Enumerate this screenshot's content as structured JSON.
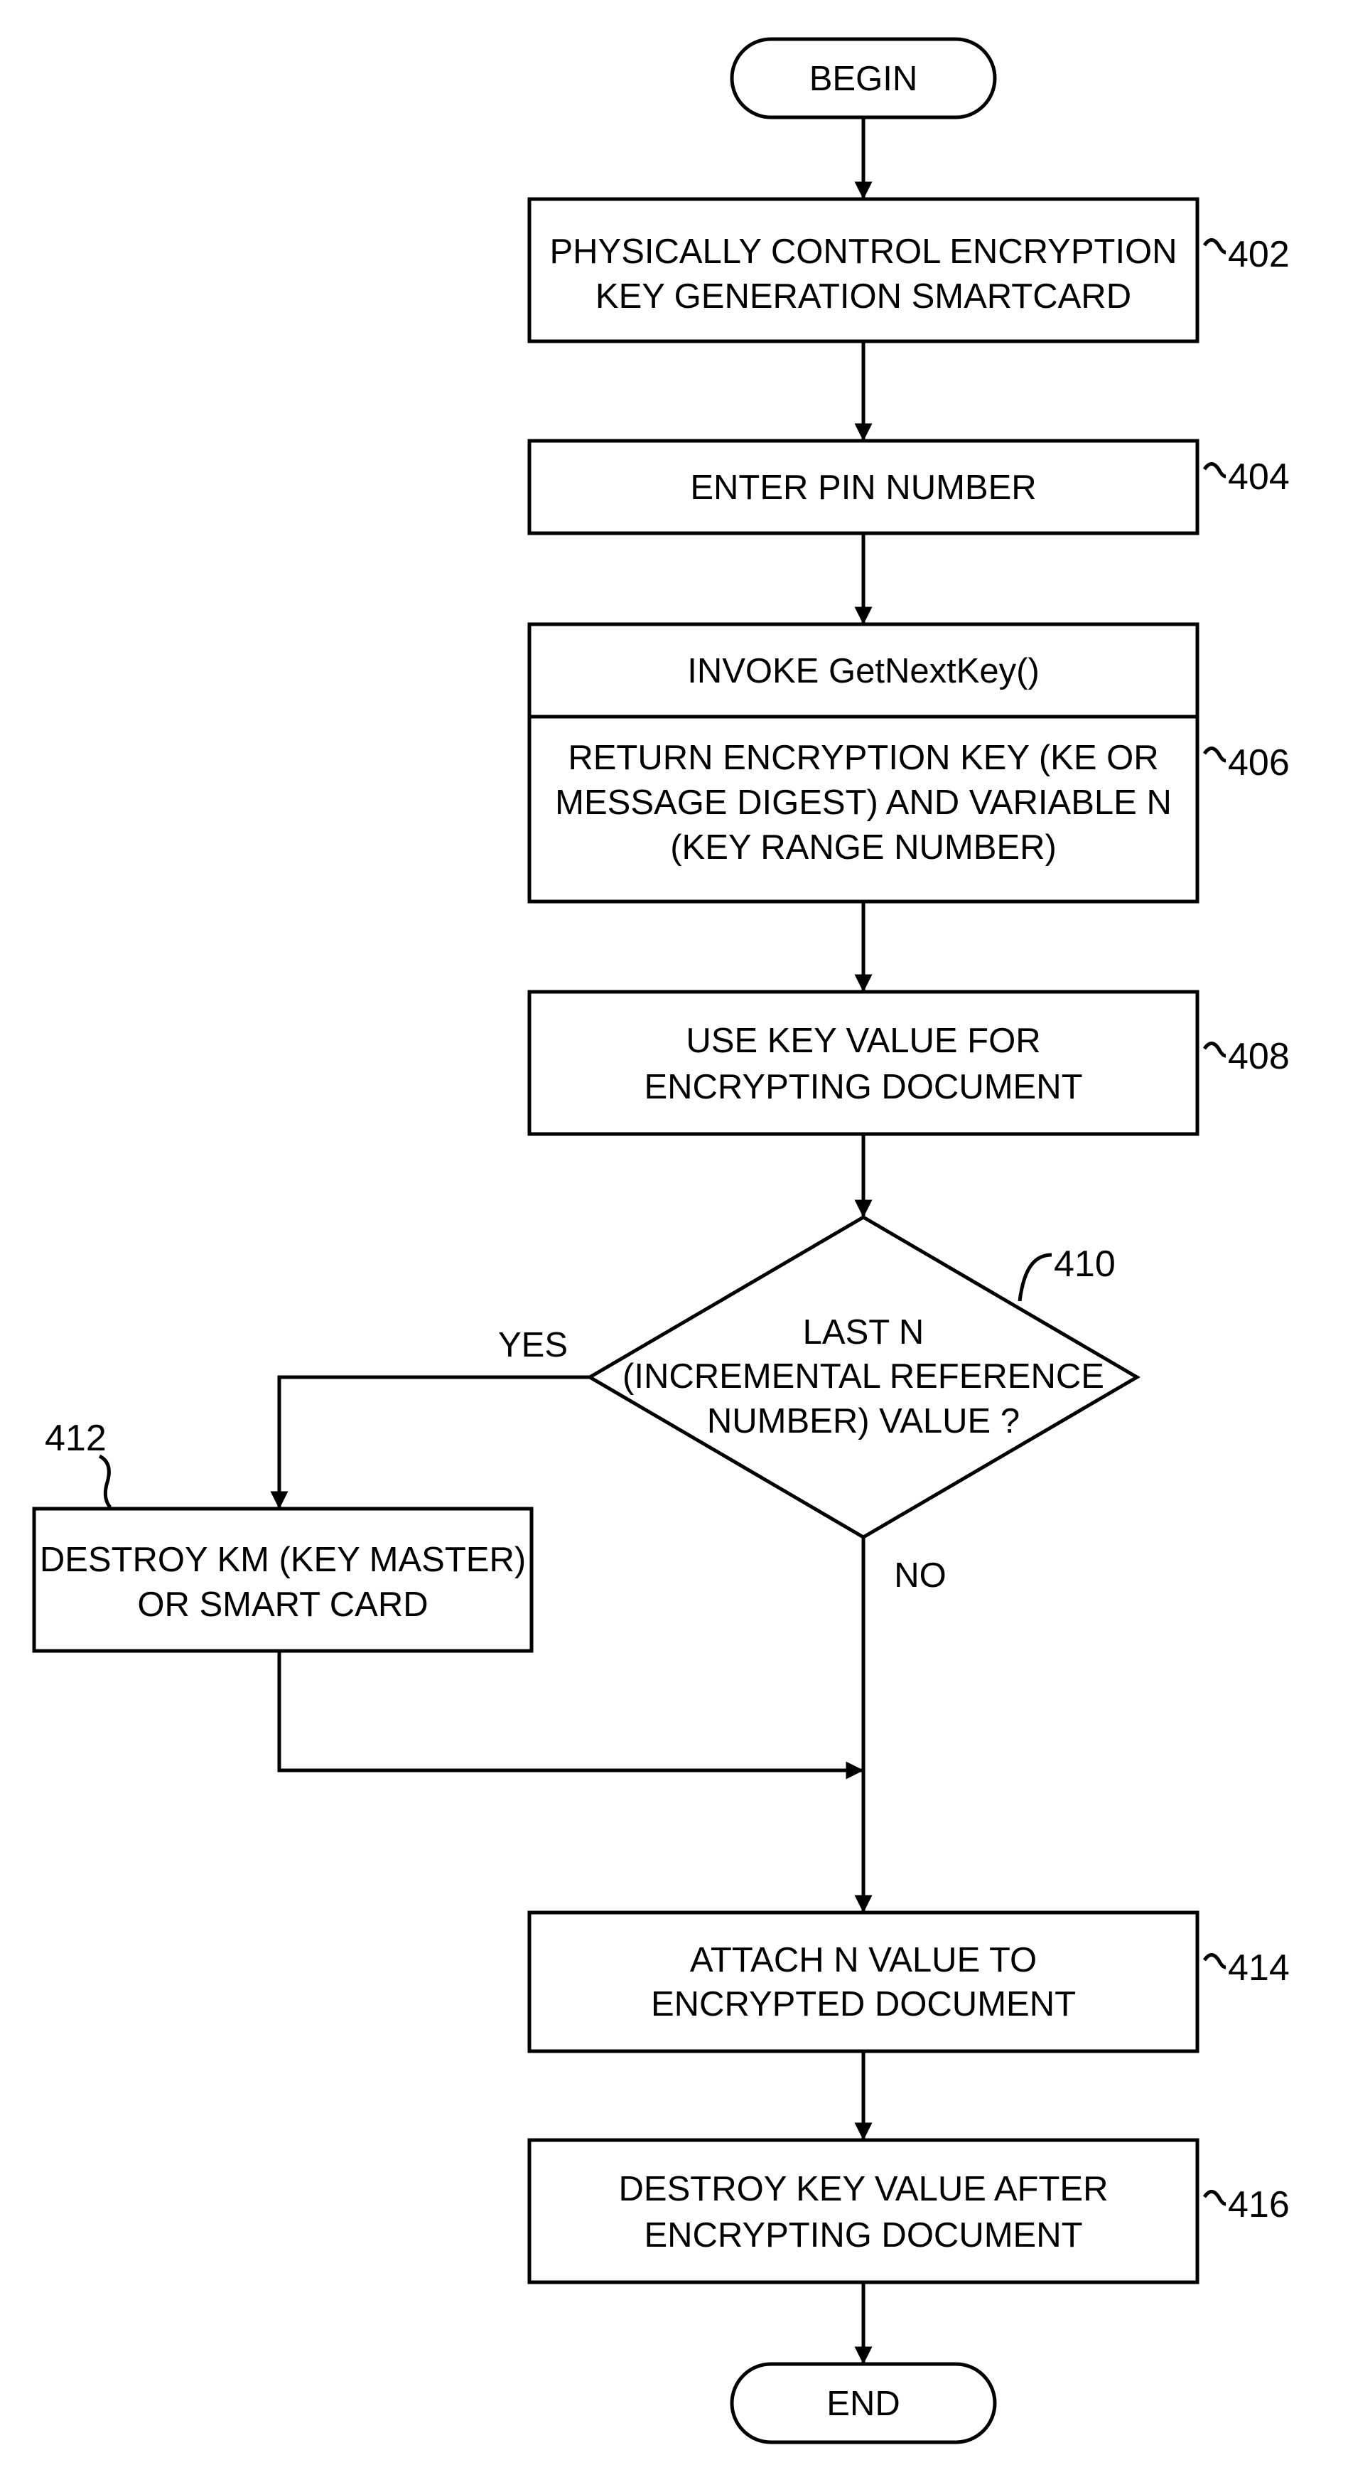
{
  "flowchart": {
    "begin": "BEGIN",
    "end": "END",
    "steps": [
      {
        "id": "402",
        "lines": [
          "PHYSICALLY CONTROL ENCRYPTION",
          "KEY GENERATION SMARTCARD"
        ]
      },
      {
        "id": "404",
        "lines": [
          "ENTER PIN NUMBER"
        ]
      },
      {
        "id": "406",
        "header": "INVOKE GetNextKey()",
        "lines": [
          "RETURN ENCRYPTION KEY (KE OR",
          "MESSAGE DIGEST) AND VARIABLE N",
          "(KEY RANGE NUMBER)"
        ]
      },
      {
        "id": "408",
        "lines": [
          "USE KEY VALUE FOR",
          "ENCRYPTING DOCUMENT"
        ]
      },
      {
        "id": "412",
        "lines": [
          "DESTROY KM (KEY MASTER)",
          "OR SMART CARD"
        ]
      },
      {
        "id": "414",
        "lines": [
          "ATTACH N VALUE TO",
          "ENCRYPTED DOCUMENT"
        ]
      },
      {
        "id": "416",
        "lines": [
          "DESTROY KEY VALUE AFTER",
          "ENCRYPTING DOCUMENT"
        ]
      }
    ],
    "decision": {
      "id": "410",
      "lines": [
        "LAST N",
        "(INCREMENTAL REFERENCE",
        "NUMBER) VALUE ?"
      ]
    },
    "branch_yes": "YES",
    "branch_no": "NO"
  }
}
